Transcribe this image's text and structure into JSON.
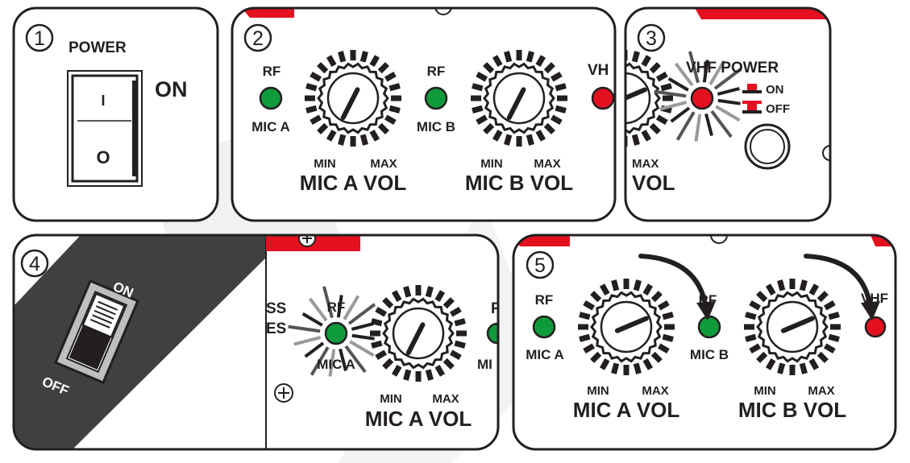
{
  "colors": {
    "ink": "#231f20",
    "accent_red": "#e4101f",
    "led_green": "#0f9a3b",
    "led_red": "#e4101f",
    "watermark": "#ececec",
    "clip_dark": "#404040"
  },
  "icons": [
    "power-rocker-switch",
    "volume-knob",
    "led-indicator",
    "push-button",
    "slide-switch",
    "curved-arrow",
    "screw"
  ],
  "step1": {
    "number": "1",
    "title": "POWER",
    "state_label": "ON",
    "rocker_on_mark": "I",
    "rocker_off_mark": "O"
  },
  "step2": {
    "number": "2",
    "knob_a": {
      "rf": "RF",
      "mic": "MIC A",
      "min": "MIN",
      "max": "MAX",
      "title": "MIC A VOL"
    },
    "knob_b": {
      "rf": "RF",
      "mic": "MIC B",
      "min": "MIN",
      "max": "MAX",
      "title": "MIC B VOL"
    },
    "vhf_partial": "VH"
  },
  "step3": {
    "number": "3",
    "title": "VHF POWER",
    "on_label": "ON",
    "off_label": "OFF",
    "max_partial": "MAX",
    "vol_partial": "VOL"
  },
  "step4": {
    "number": "4",
    "switch_on": "ON",
    "switch_off": "OFF",
    "partial_left_1": "SS",
    "partial_left_2": "ES",
    "rf": "RF",
    "mic": "MIC A",
    "min": "MIN",
    "max": "MAX",
    "title": "MIC A VOL",
    "partial_right_1": "F",
    "partial_right_2": "MI"
  },
  "step5": {
    "number": "5",
    "knob_a": {
      "rf": "RF",
      "mic": "MIC A",
      "min": "MIN",
      "max": "MAX",
      "title": "MIC A VOL"
    },
    "knob_b": {
      "rf": "RF",
      "mic": "MIC B",
      "min": "MIN",
      "max": "MAX",
      "title": "MIC B VOL"
    },
    "vhf": "VHF"
  }
}
